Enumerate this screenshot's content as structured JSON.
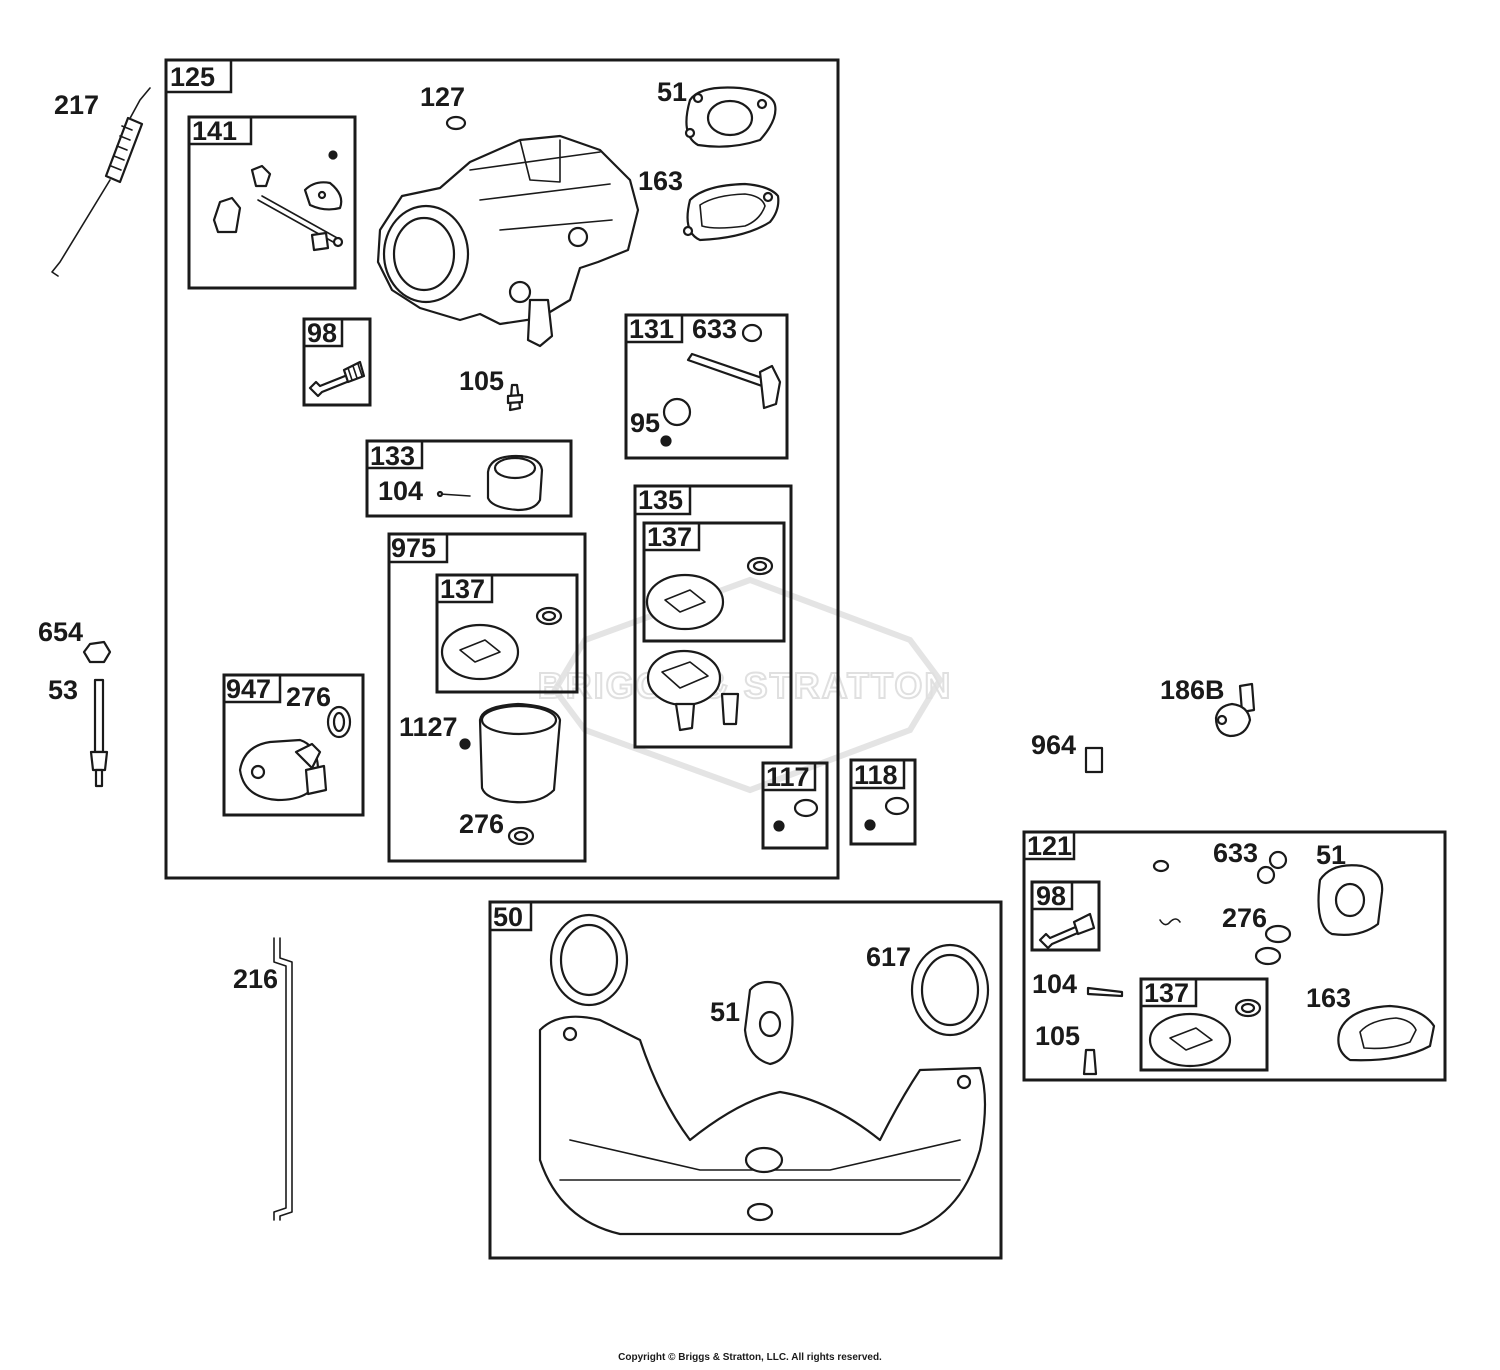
{
  "labels": {
    "l217": "217",
    "l125": "125",
    "l127": "127",
    "l51a": "51",
    "l141": "141",
    "l163a": "163",
    "l98a": "98",
    "l105a": "105",
    "l131": "131",
    "l633a": "633",
    "l95": "95",
    "l133": "133",
    "l104a": "104",
    "l135": "135",
    "l137a": "137",
    "l975": "975",
    "l137b": "137",
    "l654": "654",
    "l53": "53",
    "l947": "947",
    "l276a": "276",
    "l1127": "1127",
    "l276b": "276",
    "l117": "117",
    "l118": "118",
    "l186b": "186B",
    "l964": "964",
    "l121": "121",
    "l633b": "633",
    "l51b": "51",
    "l98b": "98",
    "l276c": "276",
    "l104b": "104",
    "l137c": "137",
    "l163b": "163",
    "l105b": "105",
    "l50": "50",
    "l617": "617",
    "l51c": "51",
    "l216": "216"
  },
  "watermark": "BRIGGS & STRATTON",
  "copyright": "Copyright © Briggs & Stratton, LLC. All rights reserved.",
  "colors": {
    "ink": "#1a1a1a",
    "background": "#ffffff",
    "watermark": "#e0e0e0"
  }
}
